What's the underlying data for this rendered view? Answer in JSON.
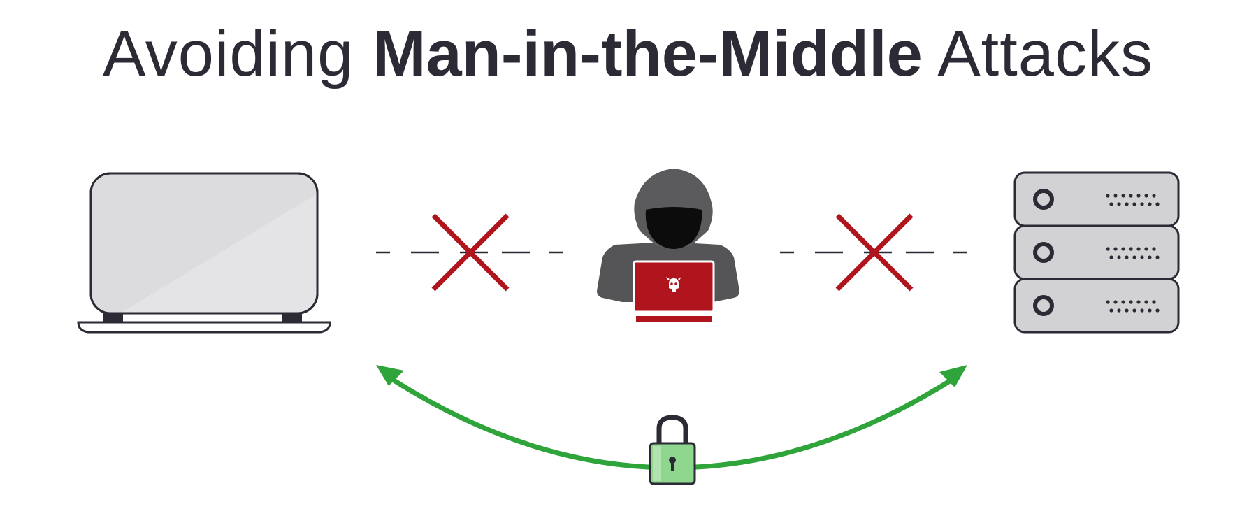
{
  "title": {
    "prefix": "Avoiding ",
    "emphasis": "Man-in-the-Middle",
    "suffix": " Attacks"
  },
  "colors": {
    "outline": "#2b2a35",
    "blocked_red": "#b0151e",
    "secure_green": "#2ea43a",
    "lock_fill": "#8fd68f",
    "hood_gray": "#555557",
    "device_gray": "#dcdcde",
    "server_gray": "#d2d2d4"
  },
  "diagram": {
    "left_node_icon": "laptop-icon",
    "middle_node_icon": "hacker-icon",
    "right_node_icon": "server-icon",
    "blocked_marker_icon": "red-x-icon",
    "secure_link_icon": "padlock-icon",
    "server_units": 3
  }
}
